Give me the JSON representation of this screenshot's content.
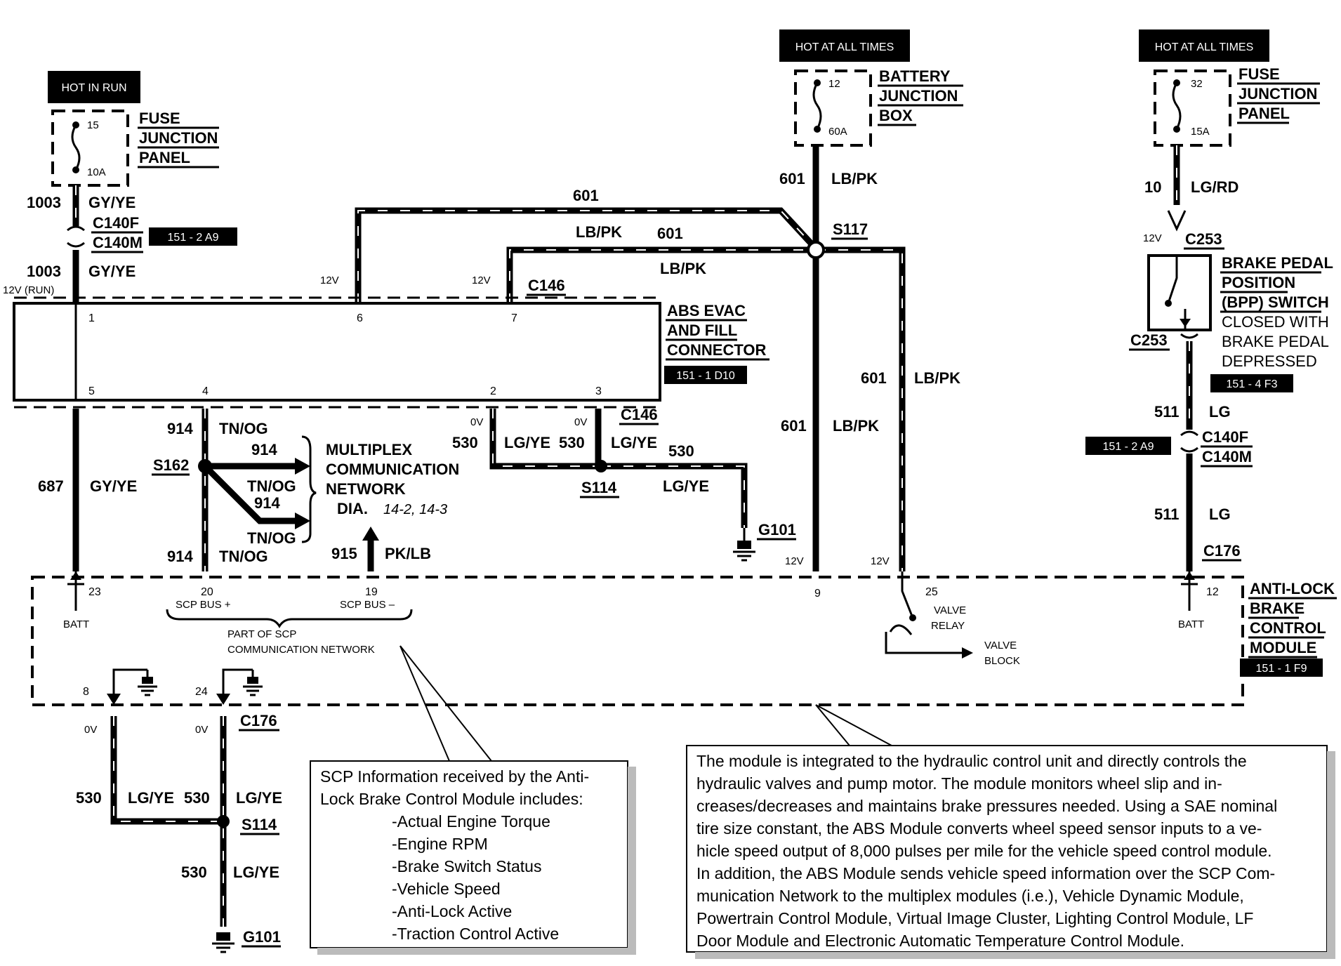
{
  "tags": {
    "hot_in_run": "HOT IN RUN",
    "hot_at_all_times_1": "HOT AT ALL TIMES",
    "hot_at_all_times_2": "HOT AT ALL TIMES",
    "ref_151_2_a9_top": "151 - 2 A9",
    "ref_151_1_d10": "151 - 1 D10",
    "ref_151_4_f3": "151 - 4 F3",
    "ref_151_2_a9_right": "151 - 2 A9",
    "ref_151_1_f9": "151 - 1 F9"
  },
  "components": {
    "fjp_left": [
      "FUSE",
      "JUNCTION",
      "PANEL"
    ],
    "bjb": [
      "BATTERY",
      "JUNCTION",
      "BOX"
    ],
    "fjp_right": [
      "FUSE",
      "JUNCTION",
      "PANEL"
    ],
    "abs_connector": [
      "ABS EVAC",
      "AND FILL",
      "CONNECTOR"
    ],
    "bpp_switch": [
      "BRAKE PEDAL",
      "POSITION",
      "(BPP) SWITCH"
    ],
    "bpp_note": [
      "CLOSED WITH",
      "BRAKE PEDAL",
      "DEPRESSED"
    ],
    "abs_module": [
      "ANTI-LOCK",
      "BRAKE",
      "CONTROL",
      "MODULE"
    ],
    "multiplex": [
      "MULTIPLEX",
      "COMMUNICATION",
      "NETWORK"
    ],
    "multiplex_dia": "DIA.",
    "multiplex_ref": "14-2, 14-3"
  },
  "fuses": {
    "left_num": "15",
    "left_amp": "10A",
    "mid_num": "12",
    "mid_amp": "60A",
    "right_num": "32",
    "right_amp": "15A"
  },
  "connectors": {
    "c140f": "C140F",
    "c140m": "C140M",
    "c146_top": "C146",
    "c146_mid": "C146",
    "s117": "S117",
    "s162": "S162",
    "s114_top": "S114",
    "g101_top": "G101",
    "c253_top": "C253",
    "c253_bottom": "C253",
    "c140f_r": "C140F",
    "c140m_r": "C140M",
    "c176_right": "C176",
    "c176_bottom": "C176",
    "s114_bottom": "S114",
    "g101_bottom": "G101"
  },
  "wires": {
    "w1003": "1003",
    "gyye": "GY/YE",
    "w1003b": "1003",
    "gyye_b": "GY/YE",
    "w601_top": "601",
    "w601_mid": "601",
    "lbpk_mid": "LB/PK",
    "lbpk_mid2": "LB/PK",
    "w601_bjb": "601",
    "lbpk_bjb": "LB/PK",
    "w601_r1": "601",
    "lbpk_r1": "LB/PK",
    "w601_r2": "601",
    "lbpk_r2": "LB/PK",
    "w10": "10",
    "lgrd": "LG/RD",
    "w511_a": "511",
    "lg_a": "LG",
    "w511_b": "511",
    "lg_b": "LG",
    "w687": "687",
    "gyye_687": "GY/YE",
    "w914_a": "914",
    "tnog_a": "TN/OG",
    "w914_b": "914",
    "tnog_b": "TN/OG",
    "w914_c": "914",
    "tnog_c": "TN/OG",
    "w914_d": "914",
    "tnog_d": "TN/OG",
    "w915": "915",
    "pklb": "PK/LB",
    "w530_a": "530",
    "lgye_a": "LG/YE",
    "w530_b": "530",
    "lgye_b": "LG/YE",
    "w530_c": "530",
    "lgye_c": "LG/YE",
    "w530_d": "530",
    "lgye_d": "LG/YE",
    "w530_e": "530",
    "lgye_e": "LG/YE",
    "w530_f": "530",
    "lgye_f": "LG/YE"
  },
  "voltages": {
    "v12_run": "12V (RUN)",
    "v12_6": "12V",
    "v12_7": "12V",
    "v0_2": "0V",
    "v0_3": "0V",
    "v12_9": "12V",
    "v12_25": "12V",
    "v12_c253": "12V",
    "v0_8": "0V",
    "v0_24": "0V"
  },
  "pins": {
    "p1": "1",
    "p6": "6",
    "p7": "7",
    "p5": "5",
    "p4": "4",
    "p2": "2",
    "p3": "3",
    "p23": "23",
    "p20": "20",
    "p19": "19",
    "p9": "9",
    "p25": "25",
    "p12": "12",
    "p8": "8",
    "p24": "24"
  },
  "module_labels": {
    "batt_l": "BATT",
    "batt_r": "BATT",
    "scp_plus": "SCP BUS +",
    "scp_minus": "SCP BUS –",
    "part_of_scp": [
      "PART OF SCP",
      "COMMUNICATION NETWORK"
    ],
    "valve_relay": [
      "VALVE",
      "RELAY"
    ],
    "valve_block": [
      "VALVE",
      "BLOCK"
    ]
  },
  "notes": {
    "scp_info": [
      "SCP Information received by the Anti-",
      "Lock Brake Control Module includes:",
      "-Actual Engine Torque",
      "-Engine RPM",
      "-Brake Switch Status",
      "-Vehicle Speed",
      "-Anti-Lock Active",
      "-Traction Control Active"
    ],
    "module_desc": [
      "The module is integrated to the hydraulic control unit and directly controls the",
      "hydraulic valves and pump motor.  The module monitors wheel slip and in-",
      "creases/decreases and maintains brake pressures needed.  Using a SAE nominal",
      "tire size constant, the ABS Module converts wheel speed sensor inputs to a ve-",
      "hicle speed output of 8,000 pulses per mile for the vehicle speed control module.",
      "In addition, the ABS Module sends vehicle speed information over the SCP Com-",
      "munication Network to the multiplex modules (i.e.),  Vehicle Dynamic Module,",
      "Powertrain Control Module, Virtual Image Cluster, Lighting Control Module, LF",
      "Door Module and Electronic Automatic Temperature Control Module."
    ]
  }
}
